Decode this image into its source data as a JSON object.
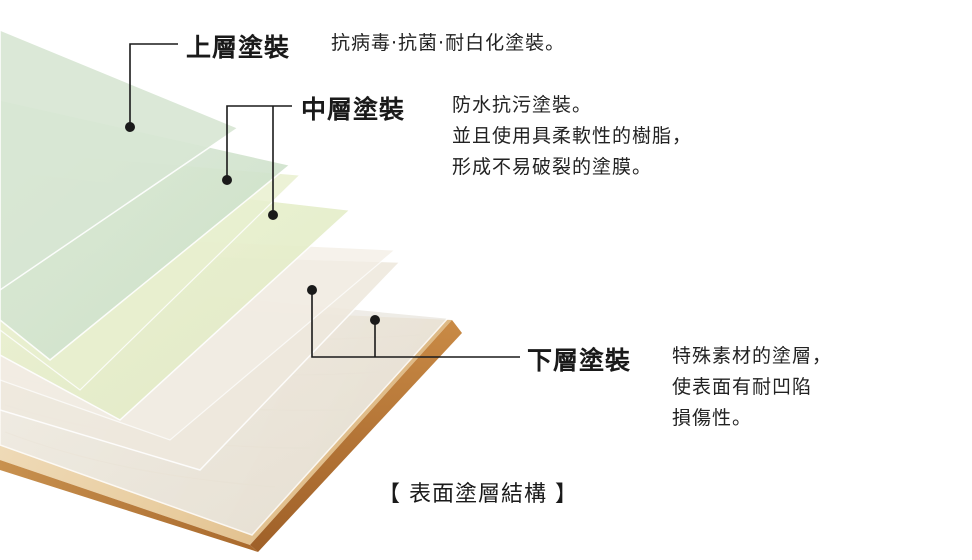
{
  "layers": {
    "top": {
      "title": "上層塗裝",
      "lines": [
        "抗病毒‧抗菌‧耐白化塗裝。"
      ]
    },
    "middle": {
      "title": "中層塗裝",
      "lines": [
        "防水抗污塗裝。",
        "並且使用具柔軟性的樹脂，",
        "形成不易破裂的塗膜。"
      ]
    },
    "bottom": {
      "title": "下層塗裝",
      "lines": [
        "特殊素材的塗層，",
        "使表面有耐凹陷",
        "損傷性。"
      ]
    }
  },
  "caption": "【 表面塗層結構 】",
  "colors": {
    "top_film": "#d6e6d2",
    "middle_film": "#e6efce",
    "bottom_film": "#efe9dc",
    "wood_top": "#e9cfa6",
    "wood_edge": "#c98f4c",
    "wood_front": "#b87a37",
    "line": "#1a1a1a"
  }
}
